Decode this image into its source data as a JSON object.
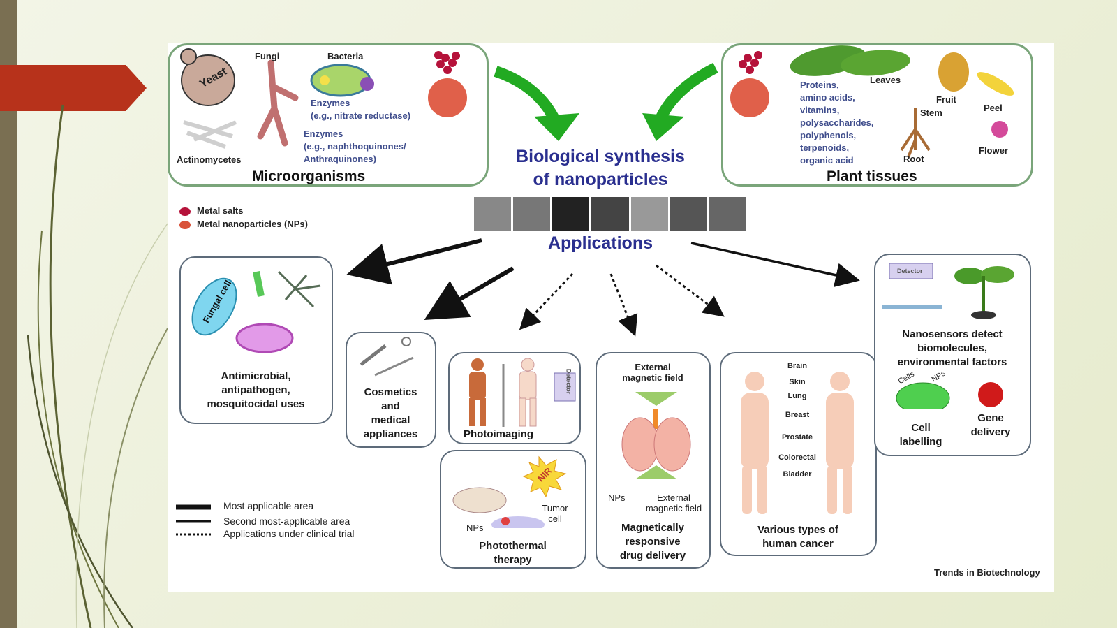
{
  "title": {
    "line1": "Biological synthesis",
    "line2": "of nanoparticles"
  },
  "applications_heading": "Applications",
  "microorganisms": {
    "title": "Microorganisms",
    "yeast": "Yeast",
    "fungi": "Fungi",
    "bacteria": "Bacteria",
    "actinomycetes": "Actinomycetes",
    "enzymes1": [
      "Enzymes",
      "(e.g., nitrate reductase)"
    ],
    "enzymes2": [
      "Enzymes",
      "(e.g., naphthoquinones/",
      "Anthraquinones)"
    ]
  },
  "plant_tissues": {
    "title": "Plant tissues",
    "compounds": [
      "Proteins,",
      "amino acids,",
      "vitamins,",
      "polysaccharides,",
      "polyphenols,",
      "terpenoids,",
      "organic acid"
    ],
    "leaves": "Leaves",
    "fruit": "Fruit",
    "stem": "Stem",
    "peel": "Peel",
    "flower": "Flower",
    "root": "Root"
  },
  "legend_top": {
    "metal_salts": "Metal salts",
    "metal_nps": "Metal nanoparticles (NPs)"
  },
  "legend_bottom": {
    "most": "Most applicable area",
    "second": "Second most-applicable area",
    "clinical": "Applications under clinical trial"
  },
  "apps": {
    "antimicrobial": {
      "lines": [
        "Antimicrobial,",
        "antipathogen,",
        "mosquitocidal uses"
      ],
      "fungal": "Fungal cell"
    },
    "cosmetics": {
      "lines": [
        "Cosmetics",
        "and",
        "medical",
        "appliances"
      ]
    },
    "photoimaging": {
      "label": "Photoimaging",
      "detector": "Detector"
    },
    "photothermal": {
      "lines": [
        "Photothermal",
        "therapy"
      ],
      "nir": "NIR",
      "nps": "NPs",
      "tumor": [
        "Tumor",
        "cell"
      ]
    },
    "magnetic": {
      "top": [
        "External",
        "magnetic field"
      ],
      "nps": "NPs",
      "bottom": [
        "External",
        "magnetic field"
      ],
      "lines": [
        "Magnetically",
        "responsive",
        "drug delivery"
      ]
    },
    "cancer": {
      "organs": [
        "Brain",
        "Skin",
        "Lung",
        "Breast",
        "Prostate",
        "Colorectal",
        "Bladder"
      ],
      "lines": [
        "Various types of",
        "human cancer"
      ]
    },
    "nanosensors": {
      "detector": "Detector",
      "lines": [
        "Nanosensors detect",
        "biomolecules,",
        "environmental factors"
      ],
      "cells": "Cells",
      "nps": "NPs",
      "cell_labelling": [
        "Cell",
        "labelling"
      ],
      "gene": [
        "Gene",
        "delivery"
      ]
    }
  },
  "credit": "Trends in Biotechnology",
  "colors": {
    "box_green": "#7aa57a",
    "heading_blue": "#2a2f8f",
    "arrow_green": "#22aa22",
    "metal_salt": "#b5123a",
    "metal_np": "#d9533a"
  }
}
